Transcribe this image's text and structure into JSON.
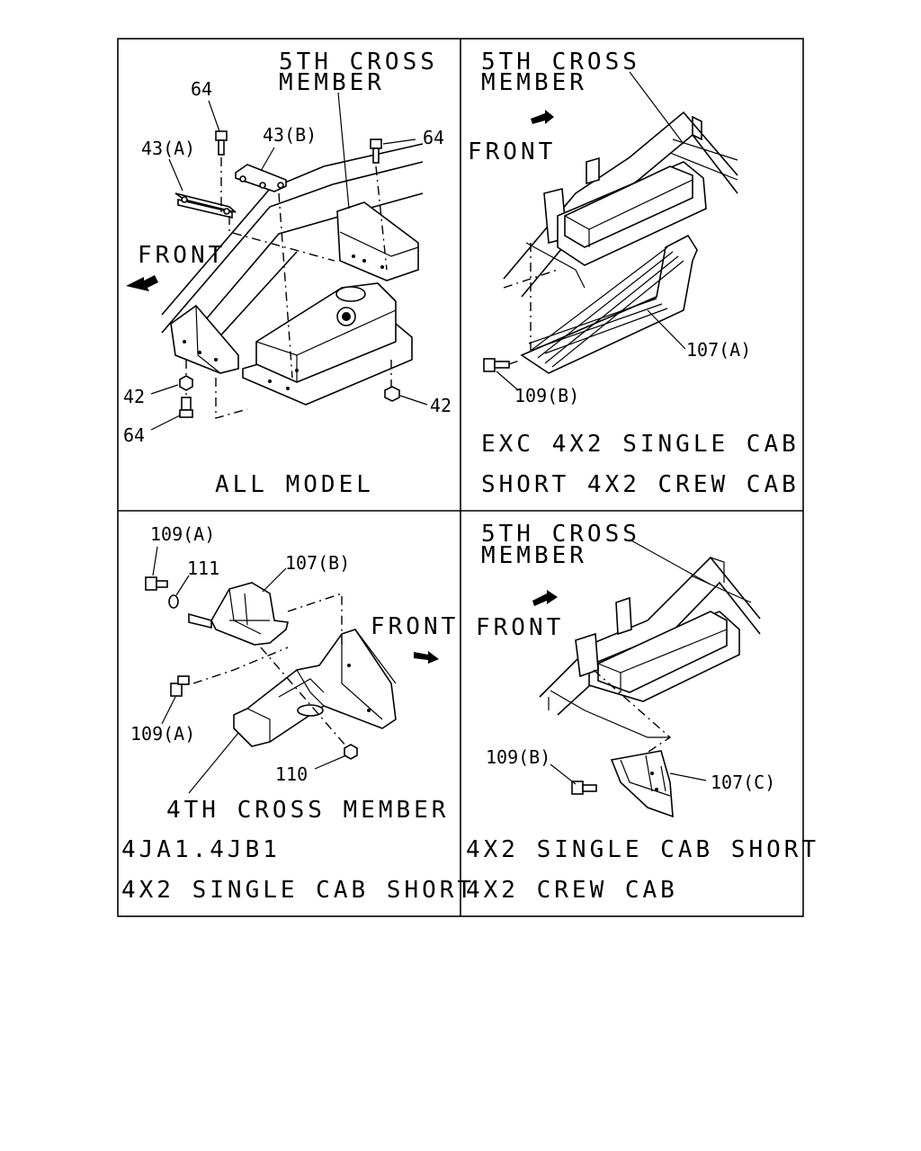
{
  "panels": {
    "top_left": {
      "caption": "ALL MODEL",
      "cross_member": [
        "5TH CROSS",
        "MEMBER"
      ],
      "front": "FRONT",
      "callouts": [
        "64",
        "43(A)",
        "43(B)",
        "64",
        "42",
        "64",
        "42"
      ]
    },
    "top_right": {
      "caption_line1": "EXC 4X2 SINGLE CAB",
      "caption_line2": "SHORT 4X2 CREW CAB",
      "cross_member": [
        "5TH CROSS",
        "MEMBER"
      ],
      "front": "FRONT",
      "callouts": [
        "107(A)",
        "109(B)"
      ]
    },
    "bottom_left": {
      "caption_line1": "4JA1.4JB1",
      "caption_line2": "4X2 SINGLE CAB SHORT",
      "front": "FRONT",
      "member": "4TH CROSS MEMBER",
      "callouts": [
        "109(A)",
        "111",
        "107(B)",
        "109(A)",
        "110"
      ]
    },
    "bottom_right": {
      "caption_line1": "4X2 SINGLE CAB SHORT",
      "caption_line2": "4X2 CREW CAB",
      "cross_member": [
        "5TH CROSS",
        "MEMBER"
      ],
      "front": "FRONT",
      "callouts": [
        "109(B)",
        "107(C)"
      ]
    }
  }
}
